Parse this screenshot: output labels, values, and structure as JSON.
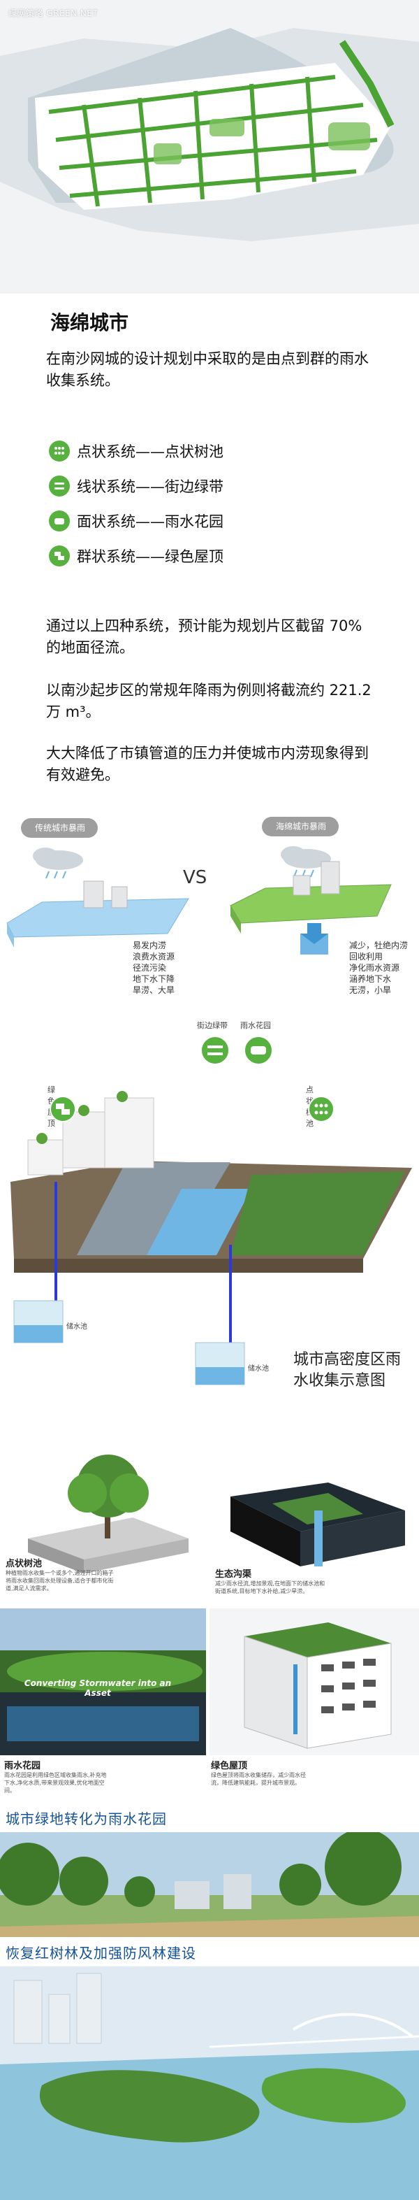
{
  "brand": "绿网策略 GREEN.NET",
  "section_title": "海绵城市",
  "intro": "在南沙网城的设计规划中采取的是由点到群的雨水收集系统。",
  "systems": [
    {
      "icon": "tree-pool-icon",
      "label": "点状系统——点状树池"
    },
    {
      "icon": "street-green-belt-icon",
      "label": "线状系统——街边绿带"
    },
    {
      "icon": "rain-garden-icon",
      "label": "面状系统——雨水花园"
    },
    {
      "icon": "green-roof-icon",
      "label": "群状系统——绿色屋顶"
    }
  ],
  "paragraphs": [
    "通过以上四种系统，预计能为规划片区截留 70% 的地面径流。",
    "以南沙起步区的常规年降雨为例则将截流约 221.2 万 m³。",
    "大大降低了市镇管道的压力并使城市内涝现象得到有效避免。"
  ],
  "comparison": {
    "traditional_tag": "传统城市暴雨",
    "sponge_tag": "海绵城市暴雨",
    "vs": "VS",
    "traditional_effects": [
      "易发内涝",
      "浪费水资源",
      "径流污染",
      "地下水下降",
      "旱涝、大旱"
    ],
    "sponge_effects": [
      "减少，牡绝内涝",
      "回收利用",
      "净化雨水资源",
      "涵养地下水",
      "无涝，小旱"
    ]
  },
  "system_tags": {
    "street_belt": "街边绿带",
    "rain_garden": "雨水花园",
    "green_roof": "绿色屋顶",
    "tree_pool": "点状树池",
    "tank": "储水池"
  },
  "diagram_caption": "城市高密度区雨水收集示意图",
  "detail_labels": {
    "tree_pool_title": "点状树池",
    "tree_pool_text": "种植物雨水收集一个或多个,通过开口的箱子将雨水收集回雨水处理设备,适合于都市化街道,满足人流需求。",
    "swale_title": "生态沟渠",
    "swale_text": "减少雨水径流,增加景观,在地面下的储水池和街道系统,目标地下水补给,减少旱涝。",
    "rain_garden_title": "雨水花园",
    "rain_garden_text": "雨水花园是利用绿色区域收集雨水,补充地下水,净化水质,带来景观效果,优化地面空间。",
    "rain_garden_banner": "Converting Stormwater into an Asset",
    "green_roof_title": "绿色屋顶",
    "green_roof_text": "绿色屋顶将雨水收集储存，减少雨水径流，降低建筑能耗，提升城市景观。"
  },
  "strip_captions": [
    "城市绿地转化为雨水花园",
    "恢复红树林及加强防风林建设"
  ],
  "colors": {
    "accent_green": "#57b13f",
    "caption_blue": "#14539a",
    "water_blue": "#6fb6e4"
  }
}
